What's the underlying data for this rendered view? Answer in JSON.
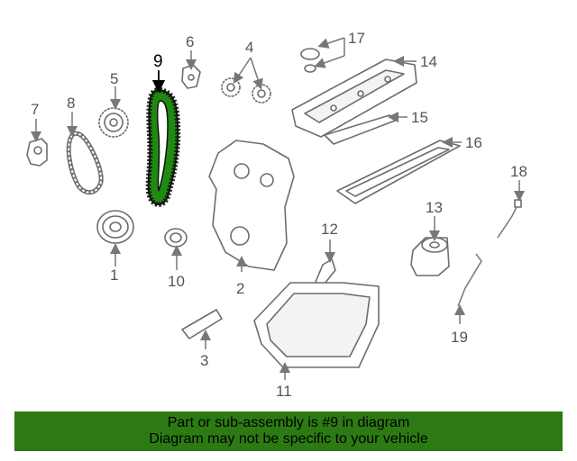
{
  "diagram": {
    "highlighted_part": "9",
    "highlight_color": "#1f8a12",
    "callouts": [
      "1",
      "2",
      "3",
      "4",
      "5",
      "6",
      "7",
      "8",
      "9",
      "10",
      "11",
      "12",
      "13",
      "14",
      "15",
      "16",
      "17",
      "18",
      "19"
    ]
  },
  "banner": {
    "line1": "Part or sub-assembly is #9 in diagram",
    "line2": "Diagram may not be specific to your vehicle",
    "background": "#2d7a14"
  }
}
